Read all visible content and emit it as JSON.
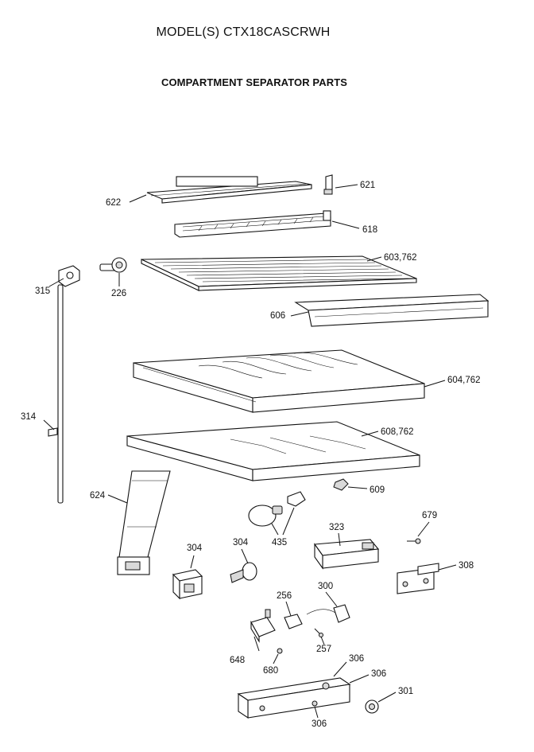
{
  "header": {
    "model": "MODEL(S) CTX18CASCRWH",
    "section": "COMPARTMENT SEPARATOR PARTS"
  },
  "labels": {
    "p622": "622",
    "p621": "621",
    "p618": "618",
    "p603": "603,762",
    "p226": "226",
    "p315": "315",
    "p606": "606",
    "p604": "604,762",
    "p314": "314",
    "p608": "608,762",
    "p609": "609",
    "p624": "624",
    "p679": "679",
    "p323": "323",
    "p435": "435",
    "p304a": "304",
    "p304b": "304",
    "p308": "308",
    "p256": "256",
    "p300": "300",
    "p257": "257",
    "p648": "648",
    "p680": "680",
    "p306a": "306",
    "p306b": "306",
    "p306c": "306",
    "p301": "301"
  }
}
